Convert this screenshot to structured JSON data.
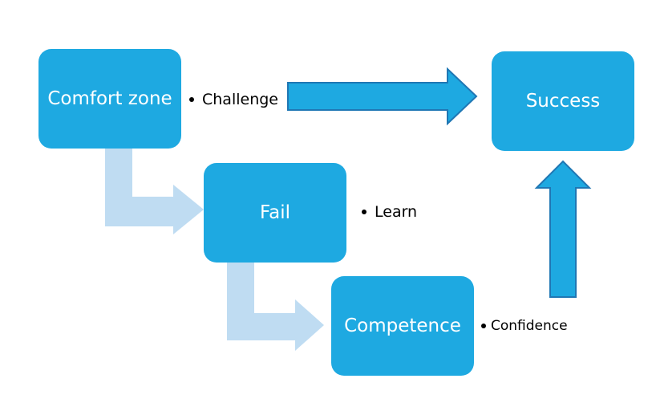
{
  "diagram": {
    "nodes": {
      "comfort_zone": "Comfort zone",
      "fail": "Fail",
      "competence": "Competence",
      "success": "Success"
    },
    "annotations": {
      "challenge": "Challenge",
      "learn": "Learn",
      "confidence": "Confidence"
    },
    "colors": {
      "box_fill": "#1ea9e1",
      "arrow_dark": "#1ea9e1",
      "arrow_dark_stroke": "#1f77b4",
      "arrow_light": "#bfdcf2",
      "text_on_box": "#ffffff",
      "annotation_text": "#000000"
    }
  }
}
